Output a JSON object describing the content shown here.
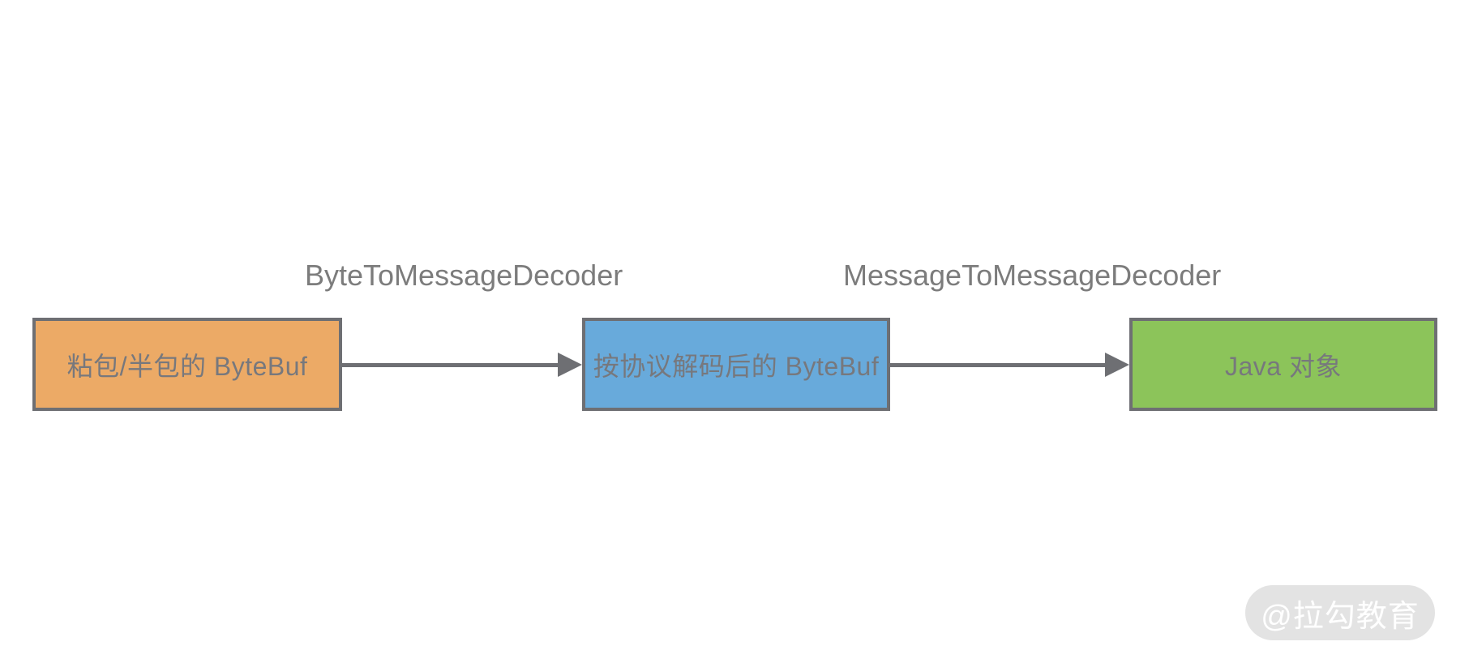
{
  "diagram": {
    "stroke": "#6E6F73",
    "node_text_color": "#77787D",
    "edge_label_color": "#7C7C7C",
    "nodes": [
      {
        "label": "粘包/半包的 ByteBuf",
        "fill": "#ECAA66"
      },
      {
        "label": "按协议解码后的 ByteBuf",
        "fill": "#68AADB"
      },
      {
        "label": "Java 对象",
        "fill": "#8CC45A"
      }
    ],
    "edges": [
      {
        "label": "ByteToMessageDecoder"
      },
      {
        "label": "MessageToMessageDecoder"
      }
    ]
  },
  "watermark": {
    "text": "@拉勾教育",
    "background": "#E3E3E3",
    "text_color": "#FFFFFF"
  }
}
